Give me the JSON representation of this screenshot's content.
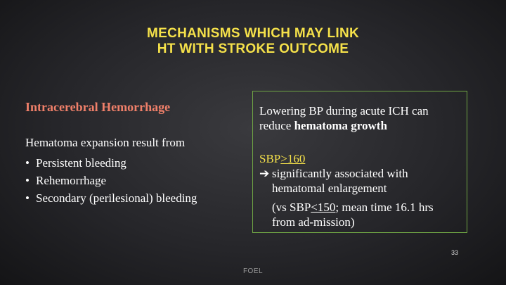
{
  "title": {
    "line1": "MECHANISMS WHICH MAY LINK",
    "line2": "HT WITH STROKE OUTCOME"
  },
  "left": {
    "heading": "Intracerebral Hemorrhage",
    "intro": "Hematoma expansion result from",
    "bullets": [
      "Persistent bleeding",
      "Rehemorrhage",
      "Secondary (perilesional) bleeding"
    ]
  },
  "right": {
    "line1": "Lowering BP during acute ICH can",
    "line2_prefix": "reduce ",
    "line2_bold": "hematoma growth",
    "sbp_label": "SBP",
    "sbp_threshold": ">160",
    "arrow": "➔",
    "assoc_line1": "significantly associated with",
    "assoc_line2": "hematomal enlargement",
    "paren_prefix": "(vs SBP",
    "paren_threshold": "<150",
    "paren_suffix": "; mean time 16.1 hrs",
    "paren_line2": "from ad-mission)"
  },
  "colors": {
    "title": "#f5e14a",
    "heading": "#f0806a",
    "box_border": "#6fa544",
    "text": "#ffffff"
  },
  "page_number": "33",
  "footer": "FOEL"
}
